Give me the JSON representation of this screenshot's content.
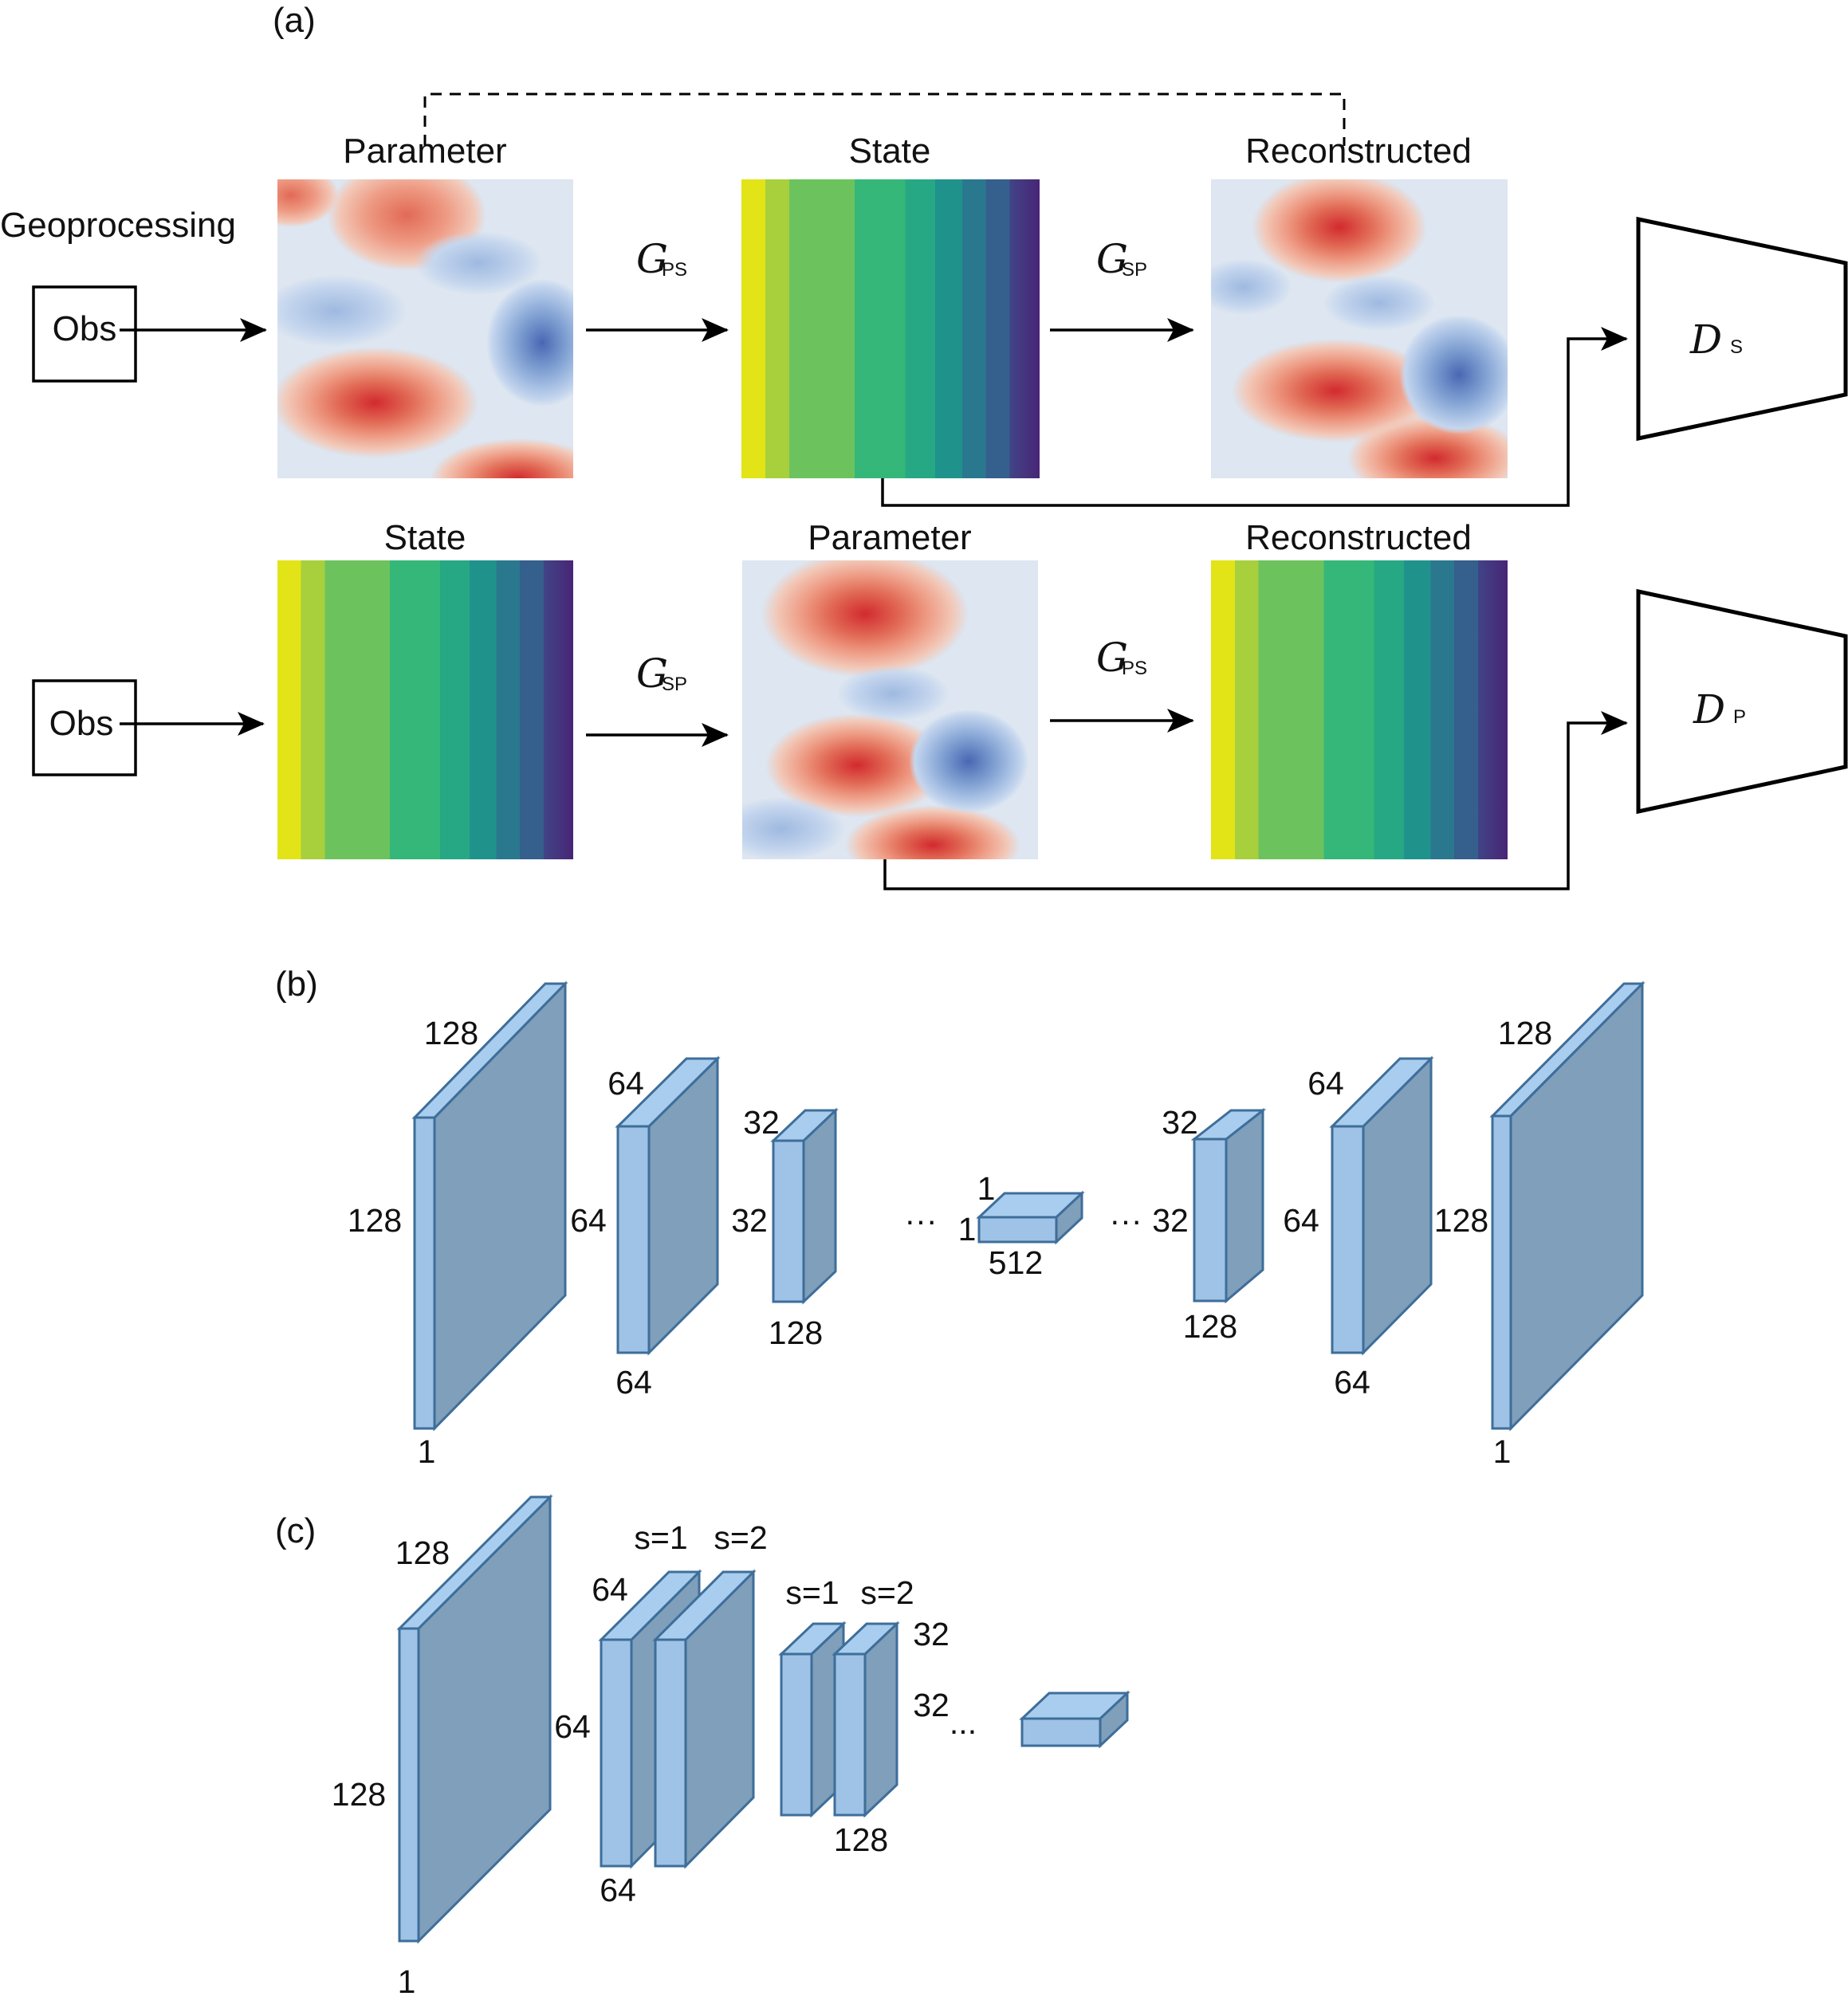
{
  "panel_labels": {
    "a": "(a)",
    "b": "(b)",
    "c": "(c)"
  },
  "panel_a": {
    "geoprocessing_label": "Geoprocessing",
    "row1": {
      "obs_label": "Obs",
      "titles": [
        "Parameter",
        "State",
        "Reconstructed"
      ],
      "op1": {
        "symbol": "G",
        "subscript": "PS"
      },
      "op2": {
        "symbol": "G",
        "subscript": "SP"
      },
      "discriminator": {
        "symbol": "D",
        "subscript": "S"
      }
    },
    "row2": {
      "obs_label": "Obs",
      "titles": [
        "State",
        "Parameter",
        "Reconstructed"
      ],
      "op1": {
        "symbol": "G",
        "subscript": "SP"
      },
      "op2": {
        "symbol": "G",
        "subscript": "PS"
      },
      "discriminator": {
        "symbol": "D",
        "subscript": "P"
      }
    },
    "colors": {
      "state_ramp": [
        "#e2e418",
        "#a7d03c",
        "#6cc35d",
        "#35b779",
        "#26a884",
        "#20928c",
        "#2a788e",
        "#355f8d",
        "#414487",
        "#482576"
      ],
      "parameter_bg": "#dde6f1",
      "warm": [
        "#f2c8b8",
        "#ee9a83",
        "#e16a55",
        "#d22a2e"
      ],
      "cool": [
        "#c5d6ee",
        "#9eb9e0",
        "#7495cc",
        "#4a66b3"
      ]
    }
  },
  "panel_b": {
    "encoder_dims": [
      {
        "depth": "128",
        "height": "128",
        "channels": "1"
      },
      {
        "depth": "64",
        "height": "64",
        "channels": "64"
      },
      {
        "depth": "32",
        "height": "32",
        "channels": "128"
      }
    ],
    "bottleneck": {
      "a": "1",
      "b": "1",
      "channels": "512"
    },
    "ellipsis": "···",
    "decoder_dims": [
      {
        "depth": "32",
        "height": "32",
        "channels": "128"
      },
      {
        "depth": "64",
        "height": "64",
        "channels": "64"
      },
      {
        "depth": "128",
        "height": "128",
        "channels": "1"
      }
    ]
  },
  "panel_c": {
    "block1": {
      "depth": "128",
      "height": "128",
      "channels": "1"
    },
    "block2": {
      "depth": "64",
      "height": "64",
      "channels": "64",
      "stride1": "s=1",
      "stride2": "s=2"
    },
    "block3": {
      "depth": "32",
      "height": "32",
      "channels": "128",
      "stride1": "s=1",
      "stride2": "s=2"
    },
    "ellipsis": "..."
  }
}
